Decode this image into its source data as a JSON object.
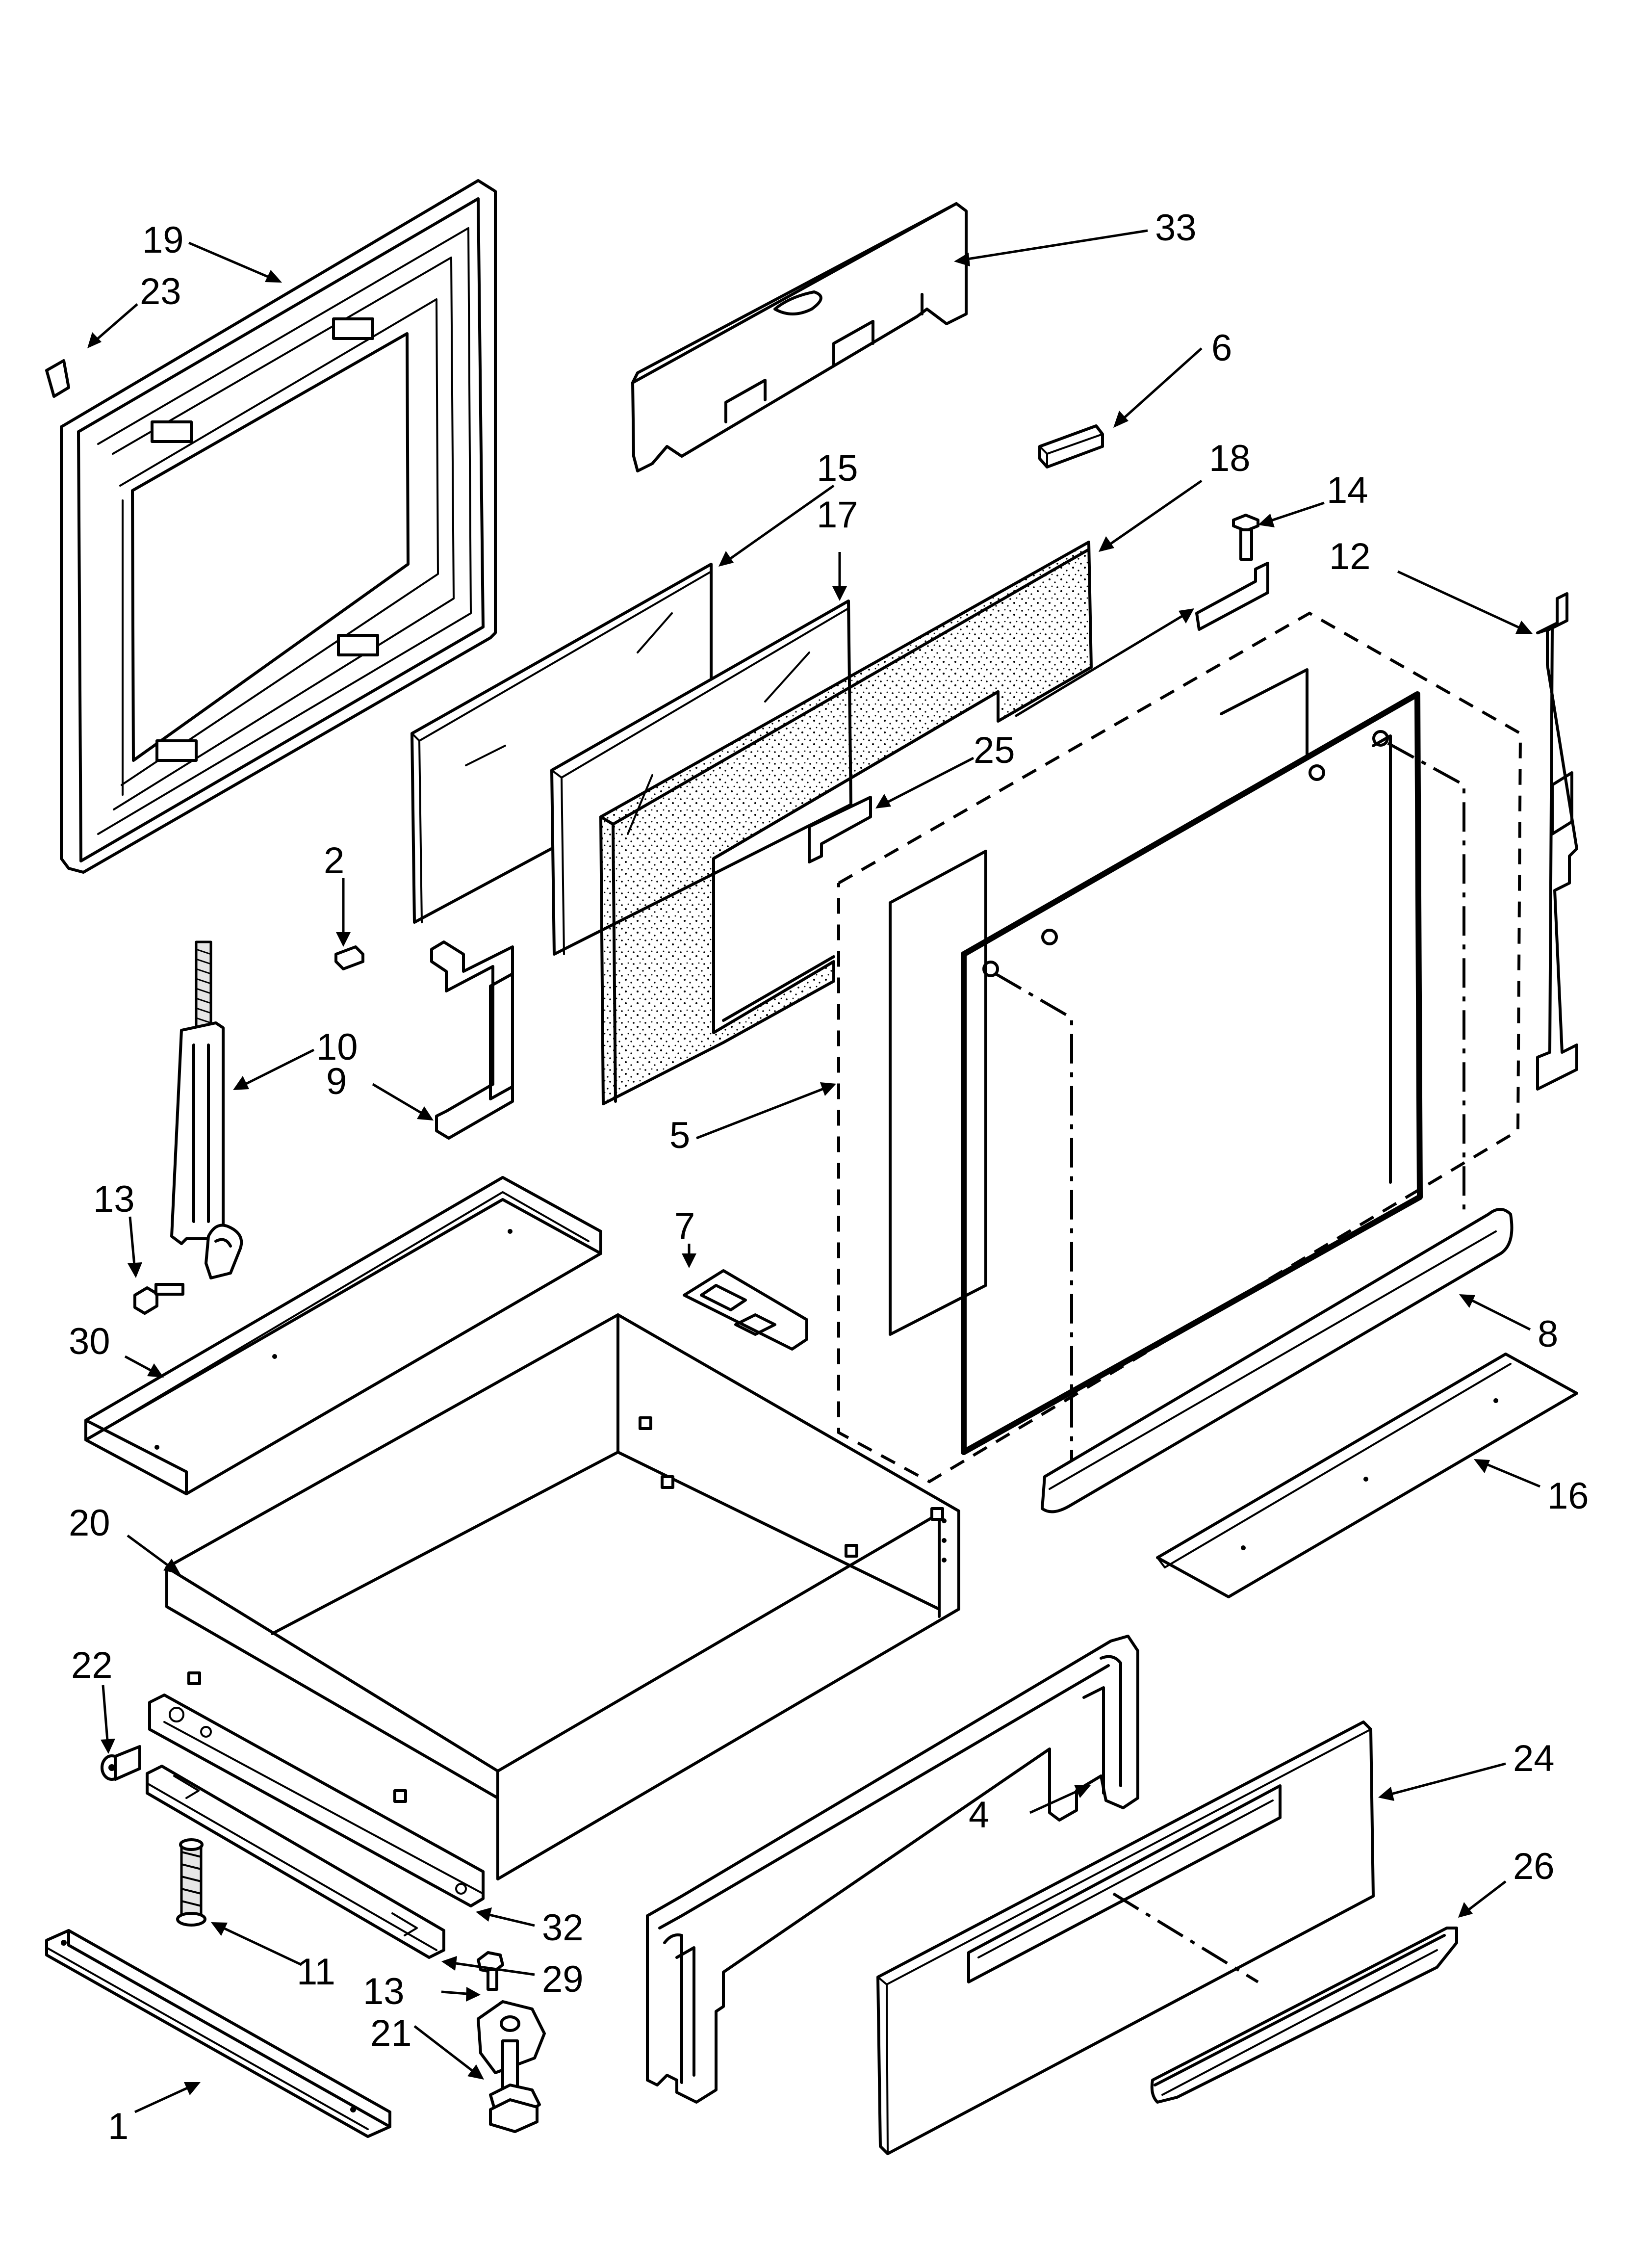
{
  "diagram": {
    "callouts": [
      {
        "id": "c19",
        "text": "19",
        "part": "oven-door-outer-frame"
      },
      {
        "id": "c23",
        "text": "23",
        "part": "door-clip"
      },
      {
        "id": "c33",
        "text": "33",
        "part": "door-top-vent-trim"
      },
      {
        "id": "c6",
        "text": "6",
        "part": "spacer-block"
      },
      {
        "id": "c15",
        "text": "15",
        "part": "outer-door-glass"
      },
      {
        "id": "c17",
        "text": "17",
        "part": "inner-door-glass"
      },
      {
        "id": "c18",
        "text": "18",
        "part": "door-insulation-pad"
      },
      {
        "id": "c14",
        "text": "14",
        "part": "hinge-screw"
      },
      {
        "id": "c12",
        "text": "12",
        "part": "door-side-channel"
      },
      {
        "id": "c25",
        "text": "25",
        "part": "glass-retainer-bracket"
      },
      {
        "id": "c2",
        "text": "2",
        "part": "small-clip"
      },
      {
        "id": "c10",
        "text": "10",
        "part": "door-hinge"
      },
      {
        "id": "c9",
        "text": "9",
        "part": "door-handle-bracket"
      },
      {
        "id": "c13a",
        "text": "13",
        "part": "hinge-screw-lower"
      },
      {
        "id": "c5",
        "text": "5",
        "part": "inner-door-assembly"
      },
      {
        "id": "c7",
        "text": "7",
        "part": "glass-support-bracket"
      },
      {
        "id": "c8",
        "text": "8",
        "part": "door-bottom-trim"
      },
      {
        "id": "c16",
        "text": "16",
        "part": "kick-plate"
      },
      {
        "id": "c30",
        "text": "30",
        "part": "drawer-rear-tray"
      },
      {
        "id": "c20",
        "text": "20",
        "part": "storage-drawer-body"
      },
      {
        "id": "c22",
        "text": "22",
        "part": "drawer-stop-screw"
      },
      {
        "id": "c4",
        "text": "4",
        "part": "drawer-front-frame"
      },
      {
        "id": "c24",
        "text": "24",
        "part": "drawer-front-panel"
      },
      {
        "id": "c26",
        "text": "26",
        "part": "drawer-handle"
      },
      {
        "id": "c32",
        "text": "32",
        "part": "drawer-side-rail"
      },
      {
        "id": "c11",
        "text": "11",
        "part": "leveling-leg"
      },
      {
        "id": "c29",
        "text": "29",
        "part": "drawer-slide"
      },
      {
        "id": "c13b",
        "text": "13",
        "part": "leg-screw"
      },
      {
        "id": "c21",
        "text": "21",
        "part": "leveling-foot"
      },
      {
        "id": "c1",
        "text": "1",
        "part": "drawer-glide-rail"
      }
    ]
  }
}
